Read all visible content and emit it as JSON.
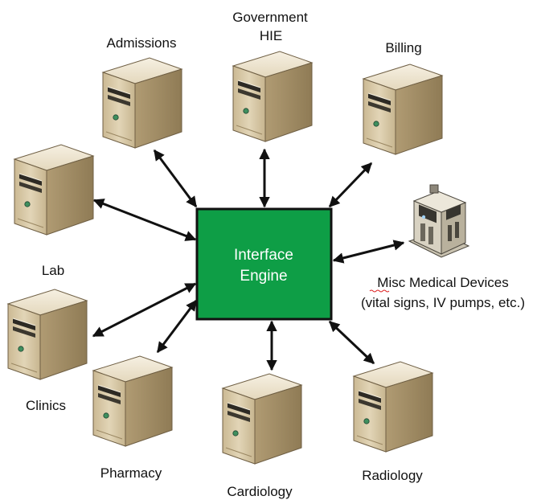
{
  "diagram": {
    "engine": {
      "line1": "Interface",
      "line2": "Engine",
      "fill": "#0e9e46",
      "border": "#111111"
    },
    "nodes": {
      "admissions": "Admissions",
      "government_line1": "Government",
      "government_line2": "HIE",
      "billing": "Billing",
      "lab": "Lab",
      "misc_line1": "Misc Medical Devices",
      "misc_line2": "(vital signs, IV pumps, etc.)",
      "clinics": "Clinics",
      "pharmacy": "Pharmacy",
      "cardiology": "Cardiology",
      "radiology": "Radiology"
    },
    "colors": {
      "server_front": "#d9cbac",
      "server_top": "#efe6d1",
      "server_side": "#b8a47e",
      "arrow": "#111111"
    },
    "icons": {
      "server": "server-tower-icon",
      "device": "medical-device-icon"
    }
  }
}
